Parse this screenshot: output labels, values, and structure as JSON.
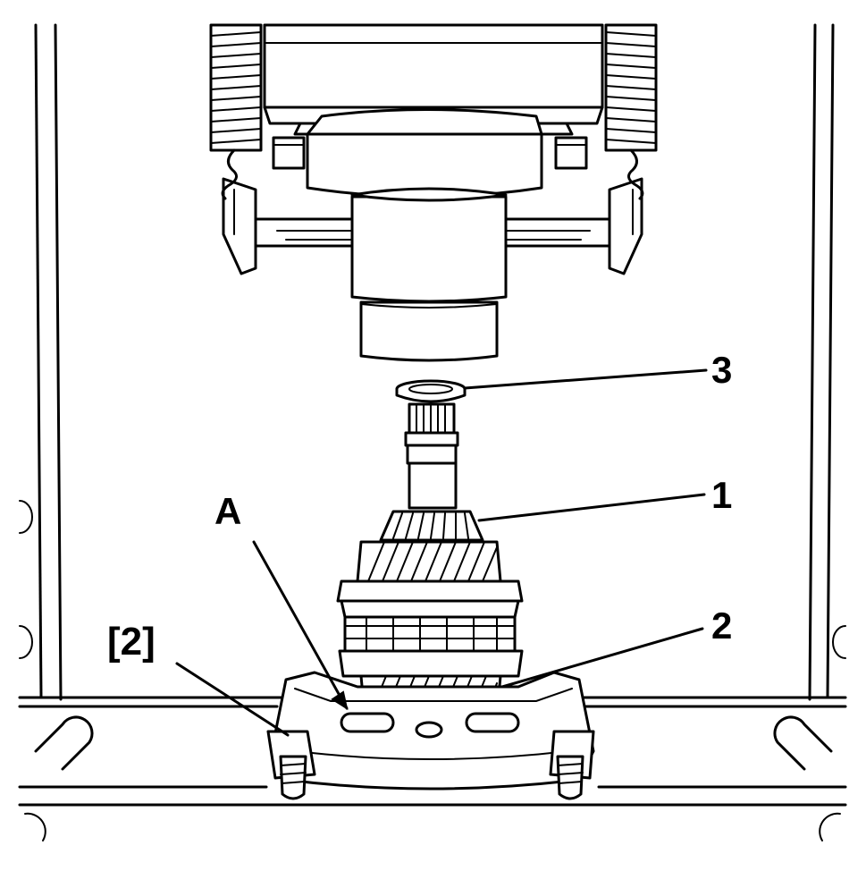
{
  "callouts": {
    "part_1": "1",
    "part_2": "2",
    "part_3": "3",
    "point_a": "A",
    "tool_2": "[2]"
  },
  "colors": {
    "line": "#000000",
    "background": "#ffffff"
  }
}
